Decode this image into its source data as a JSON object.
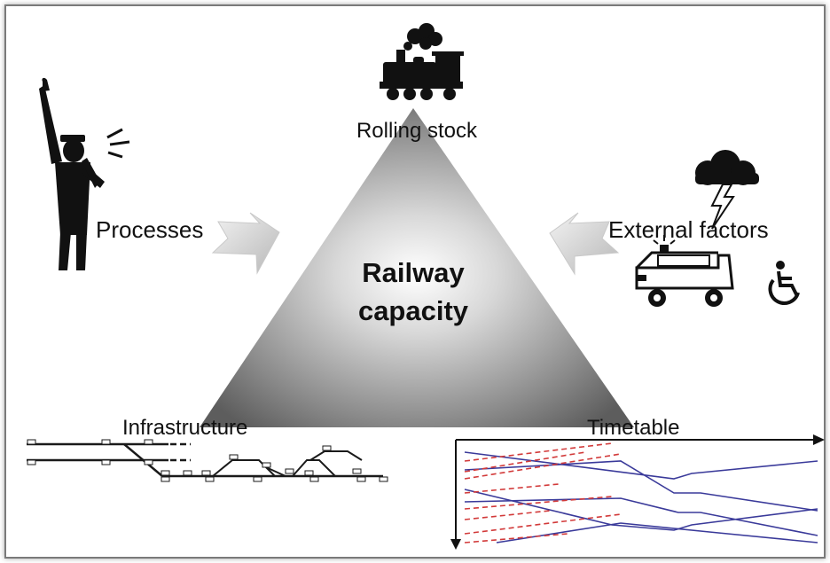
{
  "labels": {
    "top": "Rolling stock",
    "left": "Processes",
    "right": "External factors",
    "bottom_left": "Infrastructure",
    "bottom_right": "Timetable",
    "center_line1": "Railway",
    "center_line2": "capacity"
  },
  "icons": {
    "top": "steam-locomotive-icon",
    "left": "whistling-railway-worker-icon",
    "right_weather": "storm-cloud-lightning-icon",
    "right_vehicle": "ambulance-icon",
    "right_person": "wheelchair-user-icon",
    "left_arrow": "inward-arrow-icon",
    "right_arrow": "inward-arrow-icon"
  },
  "colors": {
    "triangle_dark": "#6f6f6f",
    "triangle_light": "#fbfbfb",
    "timetable_train": "#3a3a9a",
    "timetable_path": "#d23a3a",
    "track_line": "#1a1a1a"
  }
}
